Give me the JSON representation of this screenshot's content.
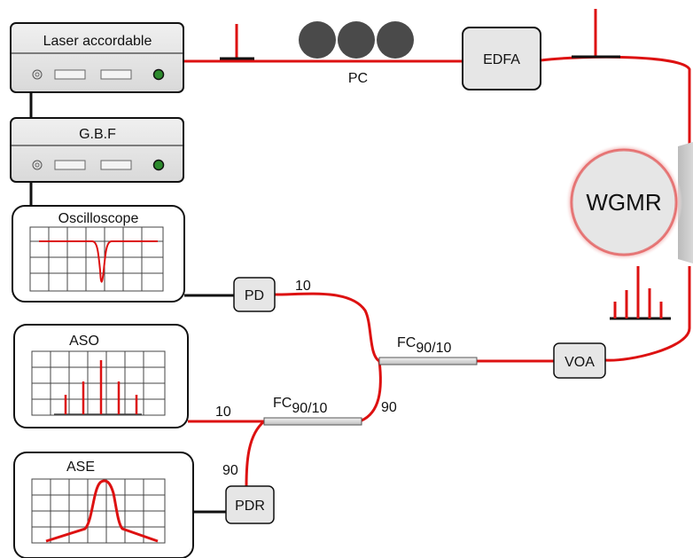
{
  "devices": {
    "laser": {
      "title": "Laser accordable"
    },
    "gbf": {
      "title": "G.B.F"
    },
    "oscilloscope": {
      "title": "Oscilloscope"
    },
    "aso": {
      "title": "ASO"
    },
    "ase": {
      "title": "ASE"
    }
  },
  "components": {
    "pc": "PC",
    "edfa": "EDFA",
    "wgmr": "WGMR",
    "voa": "VOA",
    "pd": "PD",
    "pdr": "PDR"
  },
  "couplers": [
    {
      "label": "FC",
      "sub": "90/10"
    },
    {
      "label": "FC",
      "sub": "90/10"
    }
  ],
  "port_labels": {
    "pd_branch": "10",
    "upper_90": "90",
    "aso_branch": "10",
    "pdr_branch": "90"
  },
  "colors": {
    "fiber": "#dd1111",
    "box_fill": "#e6e6e6",
    "pc_paddle": "#4a4a4a",
    "wgmr_glow": "#e03030"
  }
}
